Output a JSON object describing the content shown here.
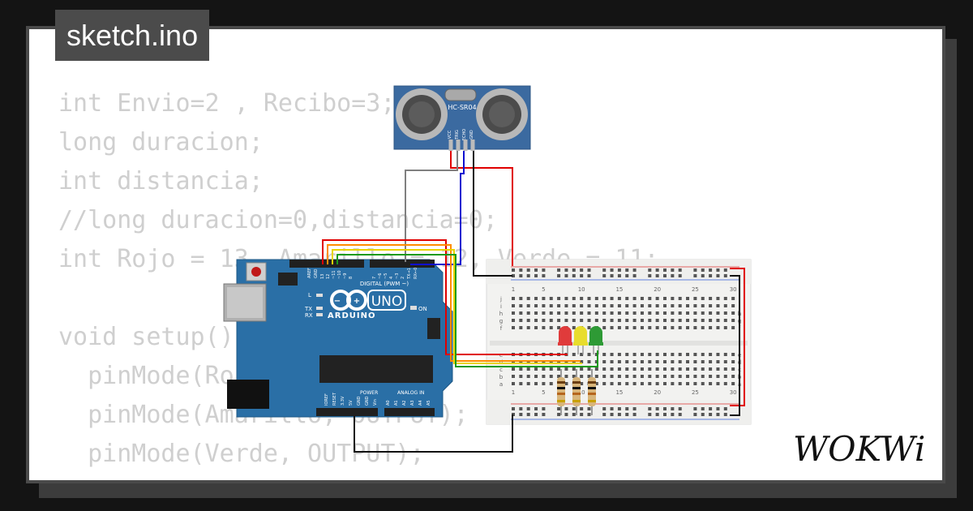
{
  "file_tab": {
    "label": "sketch.ino"
  },
  "code_lines": [
    "int Envio=2 , Recibo=3;",
    "long duracion;",
    "int distancia;",
    "//long duracion=0,distancia=0;",
    "int Rojo = 13, Amarillo = 12, Verde = 11;",
    "",
    "void setup() {",
    "  pinMode(Rojo, OUTPUT);",
    "  pinMode(Amarillo, OUTPUT);",
    "  pinMode(Verde, OUTPUT);"
  ],
  "arduino": {
    "logo": "ARDUINO",
    "model": "UNO",
    "on_label": "ON",
    "tx_label": "TX",
    "rx_label": "RX",
    "l_label": "L",
    "digital_label": "DIGITAL (PWM ~)",
    "power_label": "POWER",
    "analog_label": "ANALOG IN",
    "aref_label": "AREF",
    "gnd_label": "GND",
    "pin_labels_top": [
      "13",
      "12",
      "~11",
      "~10",
      "~9",
      "8",
      "7",
      "~6",
      "~5",
      "4",
      "~3",
      "2",
      "TX→1",
      "RX←0"
    ],
    "power_pins": [
      "IOREF",
      "RESET",
      "3.3V",
      "5V",
      "GND",
      "GND",
      "Vin"
    ],
    "analog_pins": [
      "A0",
      "A1",
      "A2",
      "A3",
      "A4",
      "A5"
    ]
  },
  "sensor": {
    "model": "HC-SR04",
    "pins": [
      "VCC",
      "TRIG",
      "ECHO",
      "GND"
    ]
  },
  "breadboard": {
    "col_numbers": [
      "1",
      "5",
      "10",
      "15",
      "20",
      "25",
      "30"
    ],
    "row_letters_top": [
      "j",
      "i",
      "h",
      "g",
      "f"
    ],
    "row_letters_bottom": [
      "e",
      "d",
      "c",
      "b",
      "a"
    ]
  },
  "leds": [
    {
      "color": "#e03b3b"
    },
    {
      "color": "#e8dd2c"
    },
    {
      "color": "#2e9a35"
    }
  ],
  "brand": {
    "name": "WOKWi"
  },
  "colors": {
    "wire_red": "#e00000",
    "wire_black": "#111111",
    "wire_blue": "#1010d0",
    "wire_gray": "#808080",
    "wire_orange": "#ff8c00",
    "wire_yellow": "#e8d400",
    "wire_green": "#1a9a1a",
    "board_blue": "#2a6fa6",
    "sensor_blue": "#3b6aa0"
  }
}
